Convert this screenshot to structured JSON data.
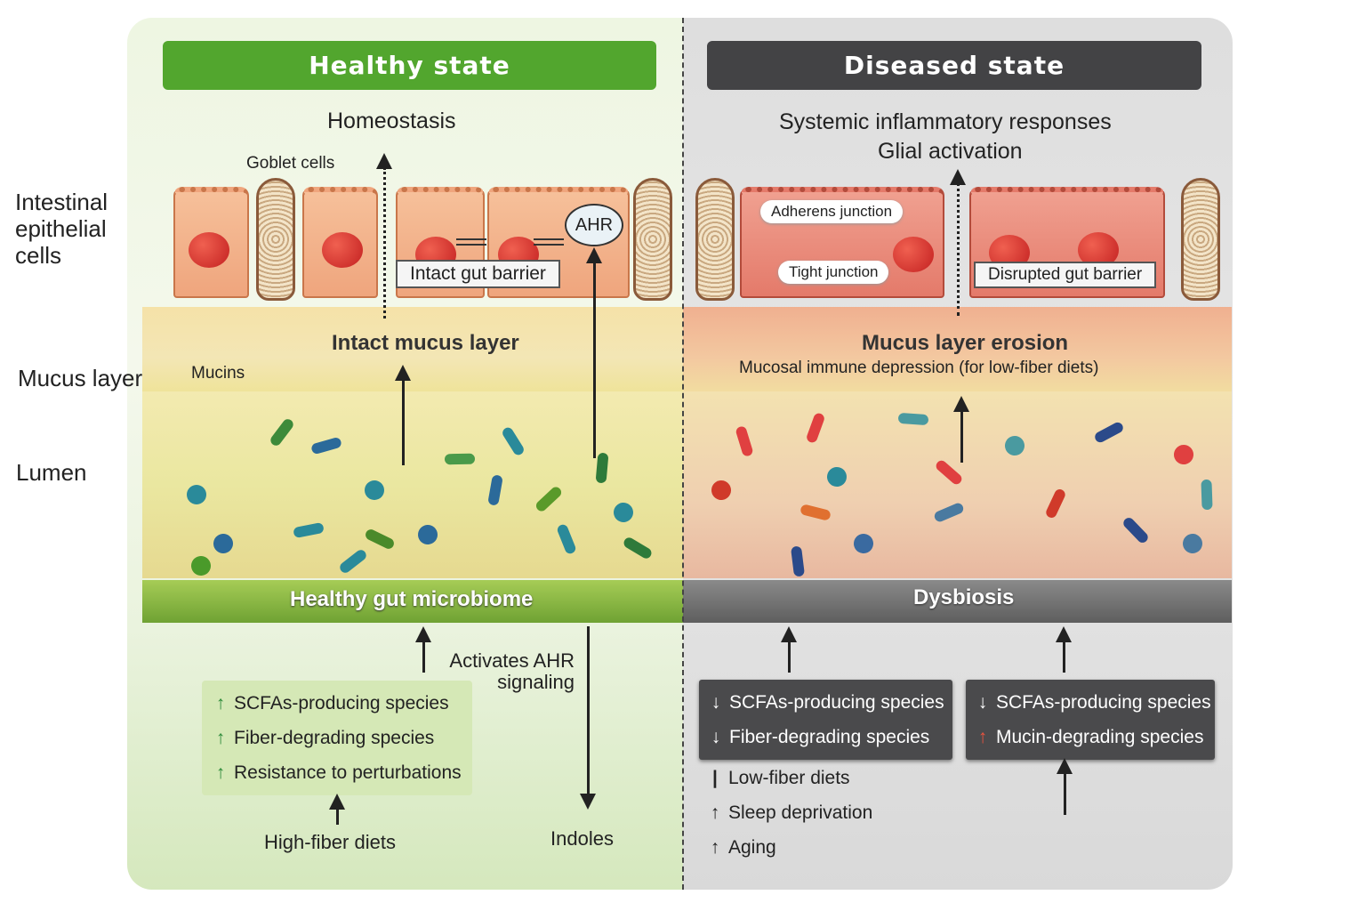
{
  "left_labels": {
    "epithelial": "Intestinal epithelial cells",
    "mucus": "Mucus layer",
    "lumen": "Lumen"
  },
  "healthy": {
    "header": "Healthy state",
    "outcome": "Homeostasis",
    "goblet_label": "Goblet cells",
    "ahr": "AHR",
    "barrier": "Intact gut barrier",
    "mucus": "Intact mucus layer",
    "mucins": "Mucins",
    "microbiome": "Healthy gut microbiome",
    "ahr_signal": "Activates AHR signaling",
    "indoles": "Indoles",
    "box": [
      {
        "arrow": "↑",
        "text": "SCFAs-producing species"
      },
      {
        "arrow": "↑",
        "text": "Fiber-degrading species"
      },
      {
        "arrow": "↑",
        "text": "Resistance to perturbations"
      }
    ],
    "diet": "High-fiber diets"
  },
  "diseased": {
    "header": "Diseased state",
    "outcome1": "Systemic inflammatory responses",
    "outcome2": "Glial activation",
    "adherens": "Adherens junction",
    "tight": "Tight junction",
    "barrier": "Disrupted gut barrier",
    "mucus": "Mucus layer erosion",
    "mucus_sub": "Mucosal immune depression (for low-fiber diets)",
    "microbiome": "Dysbiosis",
    "box1": [
      {
        "arrow": "↓",
        "text": "SCFAs-producing species"
      },
      {
        "arrow": "↓",
        "text": "Fiber-degrading species"
      }
    ],
    "box2": [
      {
        "arrow": "↓",
        "text": "SCFAs-producing species"
      },
      {
        "arrow": "↑",
        "text": "Mucin-degrading species"
      }
    ],
    "factors": [
      {
        "arrow": "|",
        "text": "Low-fiber diets"
      },
      {
        "arrow": "↑",
        "text": "Sleep deprivation"
      },
      {
        "arrow": "↑",
        "text": "Aging"
      }
    ]
  },
  "colors": {
    "healthy_header": "#52a62e",
    "diseased_header": "#434345",
    "up_green": "#2e8b3a",
    "up_red": "#e8533f"
  }
}
